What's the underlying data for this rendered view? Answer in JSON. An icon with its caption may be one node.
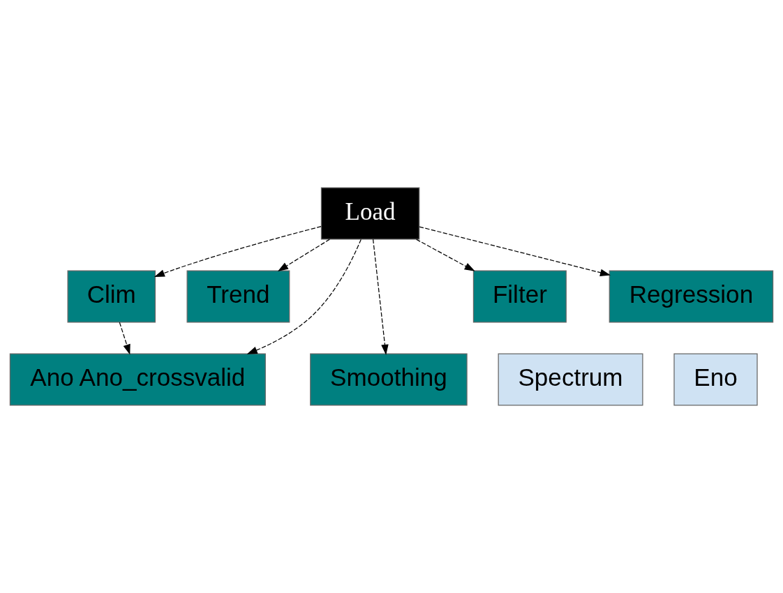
{
  "diagram": {
    "nodes": [
      {
        "text": [
          "Load"
        ]
      },
      {
        "text": [
          "Clim"
        ]
      },
      {
        "text": [
          "Trend"
        ]
      },
      {
        "text": [
          "Ano Ano_crossvalid"
        ]
      },
      {
        "text": [
          "Smoothing"
        ]
      },
      {
        "text": [
          "Filter"
        ]
      },
      {
        "text": [
          "Regression"
        ]
      },
      {
        "text": [
          "Spectrum"
        ]
      },
      {
        "text": [
          "Eno"
        ]
      }
    ],
    "edges": [
      {
        "from": 0,
        "to": 1,
        "arrow": "to",
        "style": "dashed"
      },
      {
        "from": 0,
        "to": 2,
        "arrow": "to",
        "style": "dashed"
      },
      {
        "from": 1,
        "to": 3,
        "arrow": "to",
        "style": "dashed"
      },
      {
        "from": 0,
        "to": 3,
        "arrow": "to",
        "style": "dashed"
      },
      {
        "from": 0,
        "to": 4,
        "arrow": "to",
        "style": "dashed"
      },
      {
        "from": 0,
        "to": 5,
        "arrow": "to",
        "style": "dashed"
      },
      {
        "from": 0,
        "to": 6,
        "arrow": "to",
        "style": "dashed"
      }
    ]
  }
}
